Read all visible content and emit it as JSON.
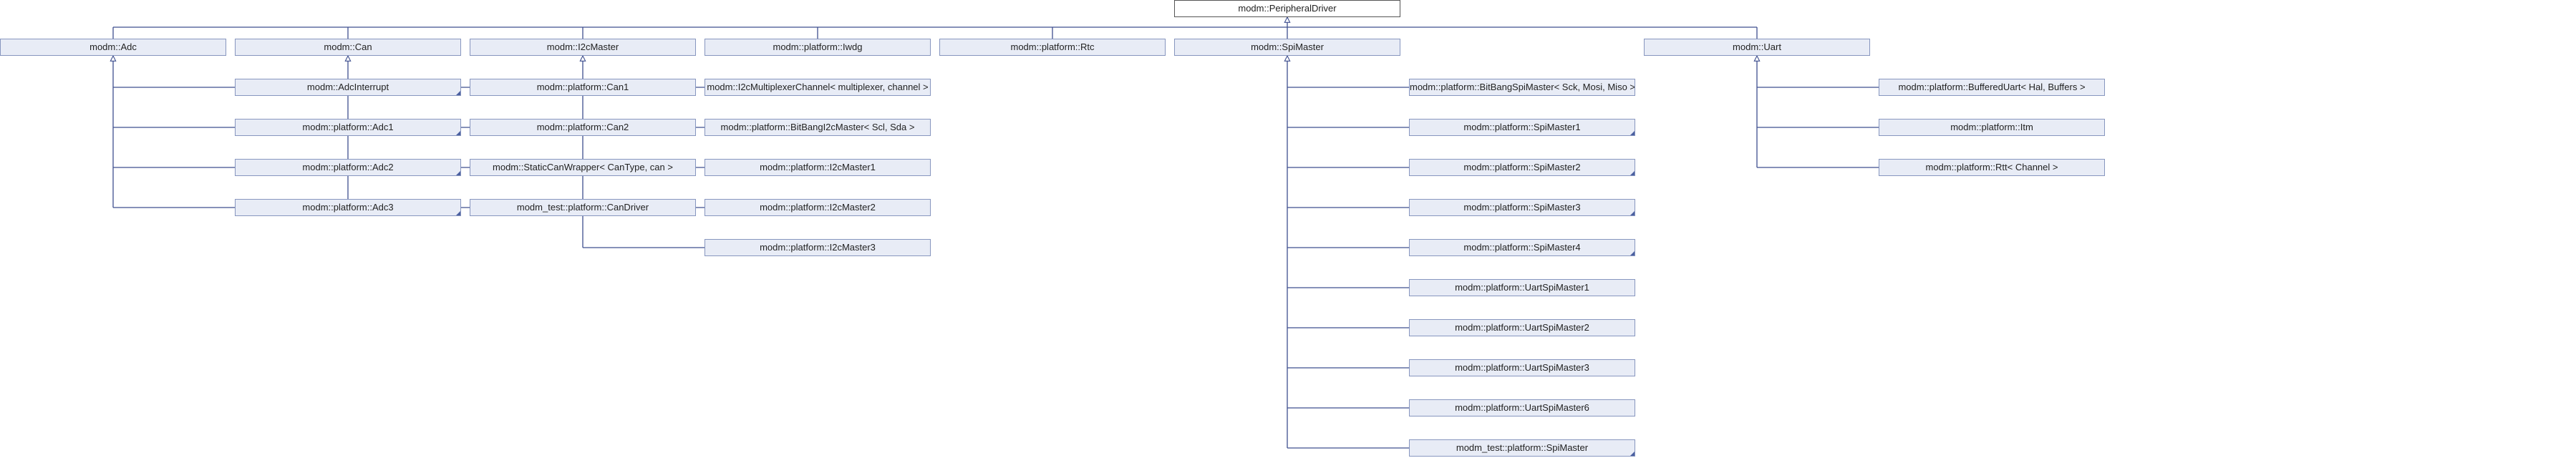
{
  "root": {
    "label": "modm::PeripheralDriver"
  },
  "colors": {
    "edge": "#3e4f8f",
    "node_fill": "#e8ecf6",
    "node_border": "#8796bf",
    "root_fill": "#ffffff",
    "root_border": "#555555"
  },
  "groups": [
    {
      "label": "modm::Adc",
      "children": [
        {
          "label": "modm::AdcInterrupt",
          "more": true
        },
        {
          "label": "modm::platform::Adc1",
          "more": true
        },
        {
          "label": "modm::platform::Adc2",
          "more": true
        },
        {
          "label": "modm::platform::Adc3",
          "more": true
        }
      ]
    },
    {
      "label": "modm::Can",
      "children": [
        {
          "label": "modm::platform::Can1",
          "more": false
        },
        {
          "label": "modm::platform::Can2",
          "more": false
        },
        {
          "label": "modm::StaticCanWrapper< CanType, can >",
          "more": false
        },
        {
          "label": "modm_test::platform::CanDriver",
          "more": false
        }
      ]
    },
    {
      "label": "modm::I2cMaster",
      "children": [
        {
          "label": "modm::I2cMultiplexerChannel< multiplexer, channel >",
          "more": false
        },
        {
          "label": "modm::platform::BitBangI2cMaster< Scl, Sda >",
          "more": false
        },
        {
          "label": "modm::platform::I2cMaster1",
          "more": false
        },
        {
          "label": "modm::platform::I2cMaster2",
          "more": false
        },
        {
          "label": "modm::platform::I2cMaster3",
          "more": false
        }
      ]
    },
    {
      "label": "modm::platform::Iwdg",
      "children": []
    },
    {
      "label": "modm::platform::Rtc",
      "children": []
    },
    {
      "label": "modm::SpiMaster",
      "children": [
        {
          "label": "modm::platform::BitBangSpiMaster< Sck, Mosi, Miso >",
          "more": false
        },
        {
          "label": "modm::platform::SpiMaster1",
          "more": true
        },
        {
          "label": "modm::platform::SpiMaster2",
          "more": true
        },
        {
          "label": "modm::platform::SpiMaster3",
          "more": true
        },
        {
          "label": "modm::platform::SpiMaster4",
          "more": true
        },
        {
          "label": "modm::platform::UartSpiMaster1",
          "more": false
        },
        {
          "label": "modm::platform::UartSpiMaster2",
          "more": false
        },
        {
          "label": "modm::platform::UartSpiMaster3",
          "more": false
        },
        {
          "label": "modm::platform::UartSpiMaster6",
          "more": false
        },
        {
          "label": "modm_test::platform::SpiMaster",
          "more": true
        }
      ]
    },
    {
      "label": "",
      "children": []
    },
    {
      "label": "modm::Uart",
      "children": [
        {
          "label": "modm::platform::BufferedUart< Hal, Buffers >",
          "more": false
        },
        {
          "label": "modm::platform::Itm",
          "more": false
        },
        {
          "label": "modm::platform::Rtt< Channel >",
          "more": false
        }
      ]
    }
  ]
}
